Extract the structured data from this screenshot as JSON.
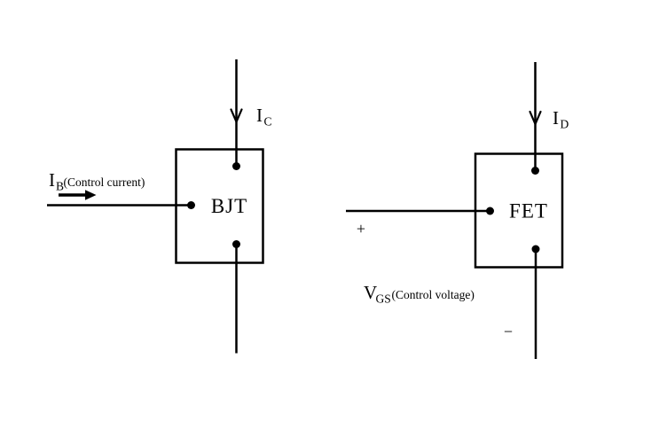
{
  "colors": {
    "background": "#ffffff",
    "ink": "#000000"
  },
  "bjt": {
    "box_label": "BJT",
    "collector_current": {
      "symbol": "I",
      "subscript": "C"
    },
    "control_current": {
      "symbol": "I",
      "subscript": "B",
      "note": "(Control current)"
    }
  },
  "fet": {
    "box_label": "FET",
    "drain_current": {
      "symbol": "I",
      "subscript": "D"
    },
    "control_voltage": {
      "symbol": "V",
      "subscript": "GS",
      "note": "(Control voltage)"
    },
    "plus_sign": "+",
    "minus_sign": "−"
  }
}
